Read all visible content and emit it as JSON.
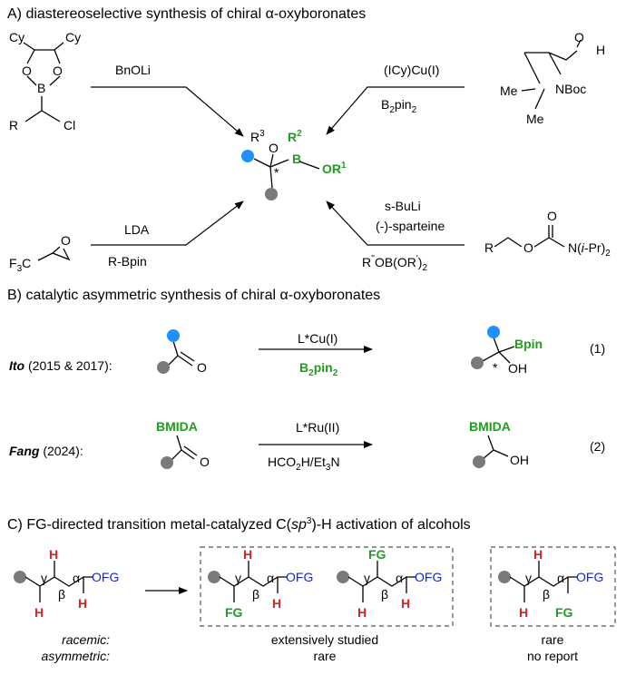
{
  "section_a": {
    "title": "A) diastereoselective synthesis of chiral α-oxyboronates",
    "top_left_reagent": "BnOLi",
    "top_right_reagent_1": "(ICy)Cu(I)",
    "top_right_reagent_2": "B2pin2",
    "bottom_left_reagent_1": "LDA",
    "bottom_left_reagent_2": "R-Bpin",
    "bottom_right_reagent_1": "s-BuLi",
    "bottom_right_reagent_2": "(-)-sparteine",
    "bottom_right_reagent_3": "R''OB(OR')2",
    "sm_tl": {
      "cy1": "Cy",
      "cy2": "Cy",
      "o1": "O",
      "o2": "O",
      "b": "B",
      "r": "R",
      "cl": "Cl"
    },
    "sm_tr": {
      "h": "H",
      "o": "O",
      "n": "NBoc",
      "me1": "Me",
      "me2": "Me"
    },
    "sm_bl": {
      "cf3": "F3C",
      "o": "O"
    },
    "sm_br": {
      "o1": "O",
      "o2": "O",
      "r": "R",
      "n": "N(i-Pr)2"
    },
    "center": {
      "r3": "R3",
      "o": "O",
      "r2": "R2",
      "b": "B",
      "or1": "OR1",
      "star": "*"
    }
  },
  "section_b": {
    "title": "B) catalytic asymmetric synthesis of chiral α-oxyboronates",
    "row1": {
      "author": "Ito",
      "year": "(2015 & 2017):",
      "o": "O",
      "reagent_top": "L*Cu(I)",
      "reagent_bottom": "B2pin2",
      "p_bpin": "Bpin",
      "p_oh": "OH",
      "star": "*",
      "num": "(1)"
    },
    "row2": {
      "author": "Fang",
      "year": "(2024):",
      "sm_label": "BMIDA",
      "o": "O",
      "reagent_top": "L*Ru(II)",
      "reagent_bottom": "HCO2H/Et3N",
      "p_label": "BMIDA",
      "p_oh": "OH",
      "num": "(2)"
    }
  },
  "section_c": {
    "title": "C) FG-directed transition metal-catalyzed C(sp3)-H activation of alcohols",
    "gamma": "γ",
    "beta": "β",
    "alpha": "α",
    "ofg": "OFG",
    "h": "H",
    "fg": "FG",
    "row_racemic": "racemic:",
    "row_asymmetric": "asymmetric:",
    "mid_racemic": "extensively studied",
    "mid_asymmetric": "rare",
    "right_racemic": "rare",
    "right_asymmetric": "no report"
  },
  "colors": {
    "green": "#1f9d1f",
    "red": "#e0201e",
    "blue": "#1726c9",
    "dot_blue": "#1e90ff",
    "dot_gray": "#7a7a7a"
  }
}
